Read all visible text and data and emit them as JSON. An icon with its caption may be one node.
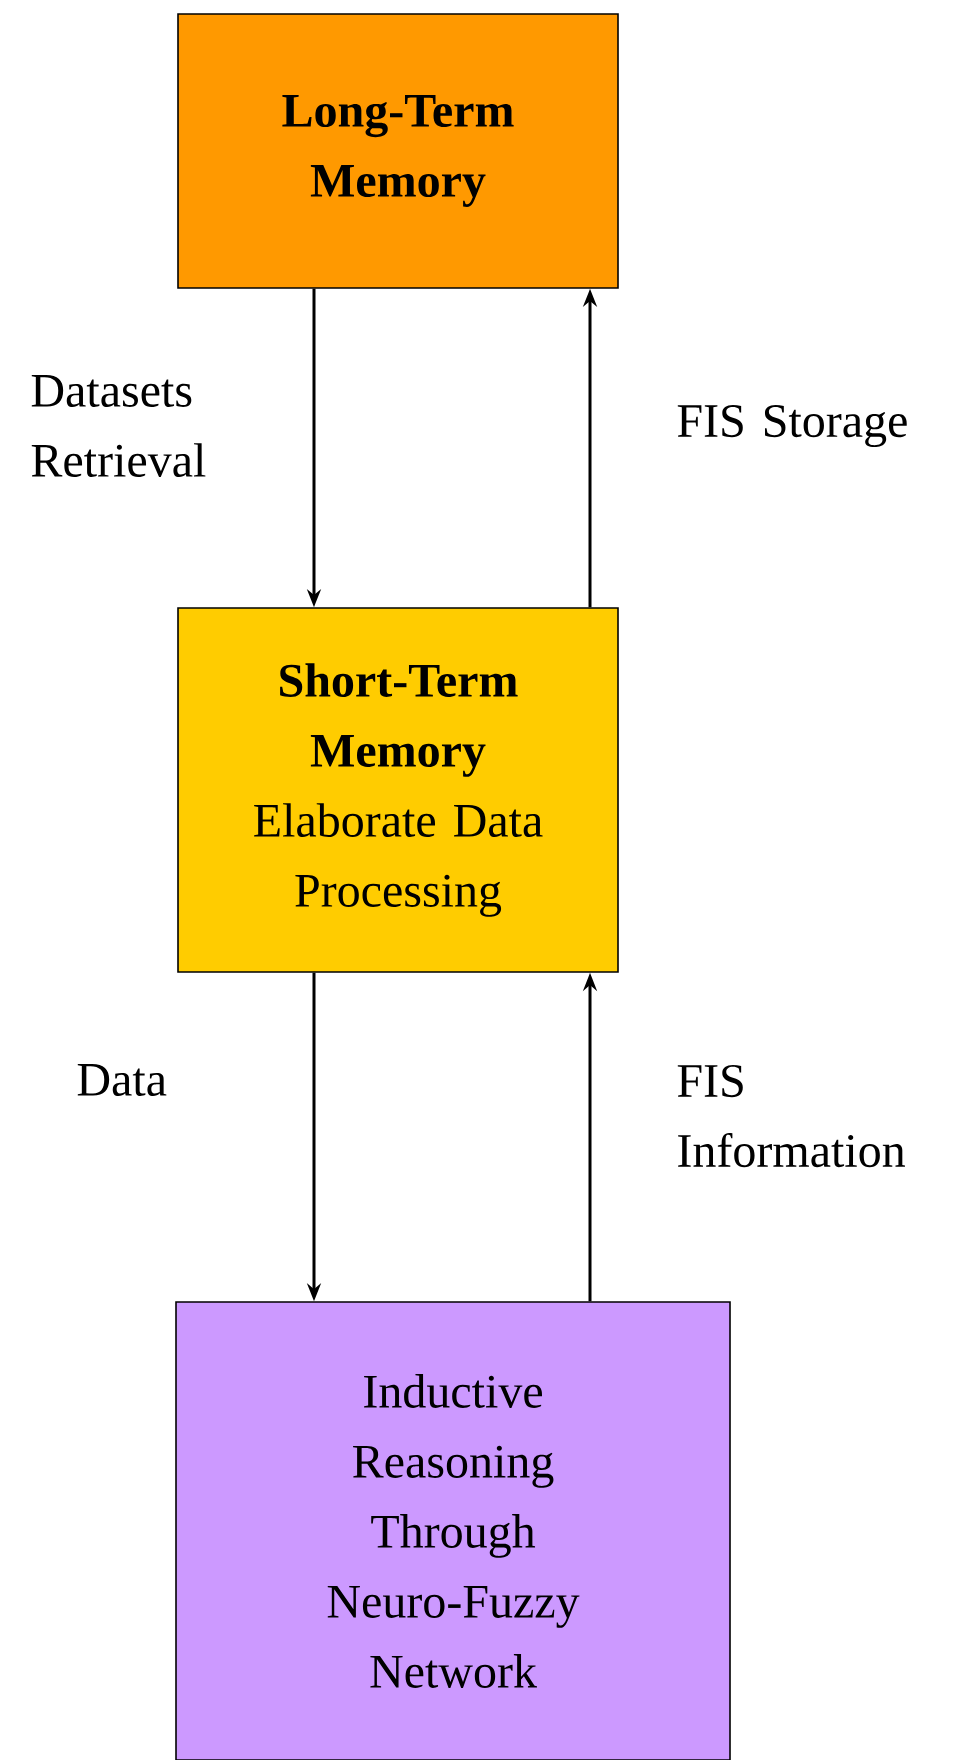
{
  "diagram": {
    "nodes": [
      {
        "text": [
          "Long-Term Memory"
        ]
      },
      {
        "text": [
          "Short-Term Memory",
          "Elaborate Data Processing"
        ]
      },
      {
        "text": [
          "Inductive Reasoning Through Neuro-Fuzzy Network"
        ]
      }
    ],
    "edges": [
      {
        "from": 0,
        "to": 1,
        "arrow": "to",
        "label": "Datasets Retrieval"
      },
      {
        "from": 1,
        "to": 0,
        "arrow": "to",
        "label": "FIS Storage"
      },
      {
        "from": 1,
        "to": 2,
        "arrow": "to",
        "label": "Data"
      },
      {
        "from": 2,
        "to": 1,
        "arrow": "to",
        "label": "FIS Information"
      }
    ]
  }
}
